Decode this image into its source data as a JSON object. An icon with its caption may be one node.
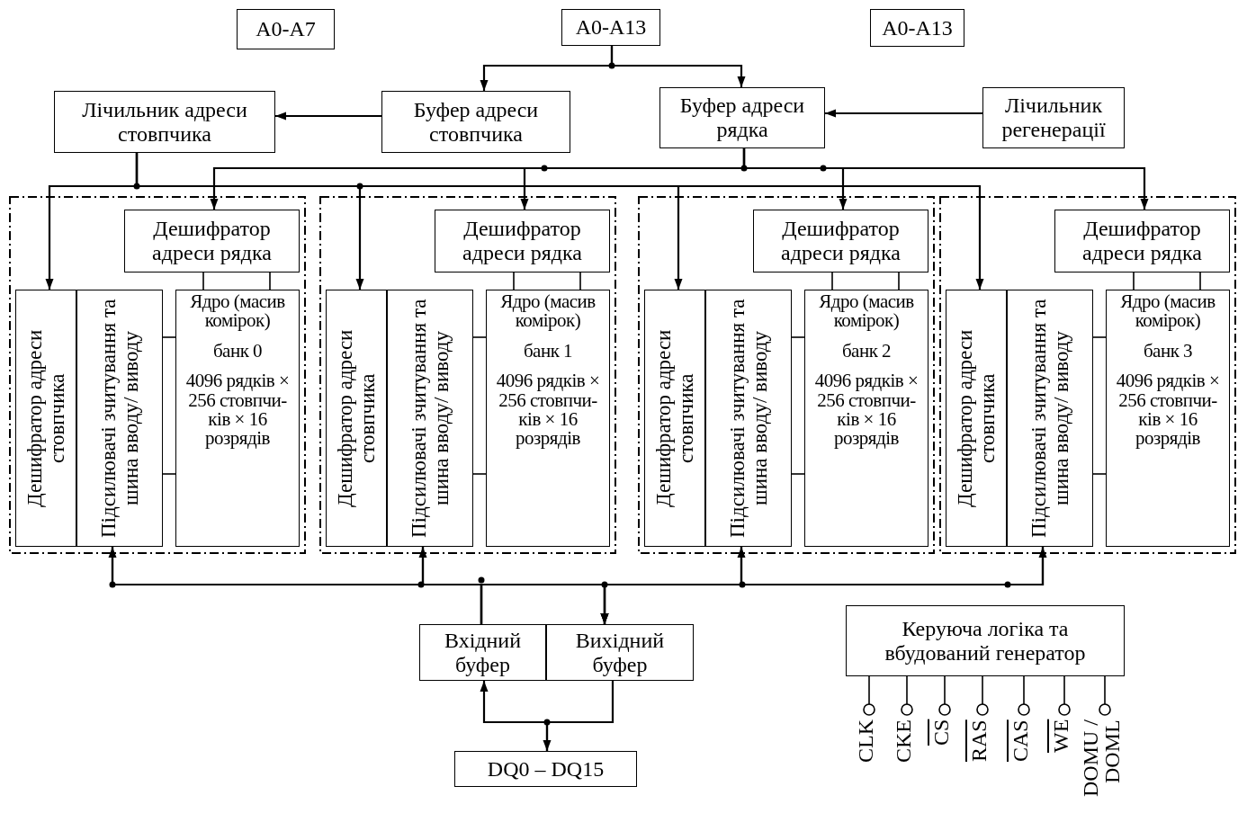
{
  "diagram": {
    "nodes": [
      {
        "text": [
          "A0-A7"
        ]
      },
      {
        "text": [
          "A0-A13"
        ]
      },
      {
        "text": [
          "A0-A13"
        ]
      },
      {
        "text": [
          "Лічильник адреси стовпчика"
        ]
      },
      {
        "text": [
          "Буфер адреси стовпчика"
        ]
      },
      {
        "text": [
          "Буфер адреси рядка"
        ]
      },
      {
        "text": [
          "Лічильник регенерації"
        ]
      },
      {
        "text": [],
        "shape": "box"
      },
      {
        "text": [
          "Дешифратор адреси рядка"
        ],
        "in": 7
      },
      {
        "text": [
          "Дешифратор адреси стовпчика"
        ],
        "in": 7
      },
      {
        "text": [
          "Підсилювачі зчитування та шина вводу/ виводу"
        ],
        "in": 7
      },
      {
        "text": [
          "Ядро (масив комірок)",
          "банк 0",
          "4096 рядків × 256 стовпчи- ків × 16 розрядів"
        ],
        "in": 7
      },
      {
        "text": [],
        "shape": "box"
      },
      {
        "text": [
          "Дешифратор адреси рядка"
        ],
        "in": 12
      },
      {
        "text": [
          "Дешифратор адреси стовпчика"
        ],
        "in": 12
      },
      {
        "text": [
          "Підсилювачі зчитування та шина вводу/ виводу"
        ],
        "in": 12
      },
      {
        "text": [
          "Ядро (масив комірок)",
          "банк 1",
          "4096 рядків × 256 стовпчи- ків × 16 розрядів"
        ],
        "in": 12
      },
      {
        "text": [],
        "shape": "box"
      },
      {
        "text": [
          "Дешифратор адреси рядка"
        ],
        "in": 17
      },
      {
        "text": [
          "Дешифратор адреси стовпчика"
        ],
        "in": 17
      },
      {
        "text": [
          "Підсилювачі зчитування та шина вводу/ виводу"
        ],
        "in": 17
      },
      {
        "text": [
          "Ядро (масив комірок)",
          "банк 2",
          "4096 рядків × 256 стовпчи- ків × 16 розрядів"
        ],
        "in": 17
      },
      {
        "text": [],
        "shape": "box"
      },
      {
        "text": [
          "Дешифратор адреси рядка"
        ],
        "in": 22
      },
      {
        "text": [
          "Дешифратор адреси стовпчика"
        ],
        "in": 22
      },
      {
        "text": [
          "Підсилювачі зчитування та шина вводу/ виводу"
        ],
        "in": 22
      },
      {
        "text": [
          "Ядро (масив комірок)",
          "банк 3",
          "4096 рядків × 256 стовпчи- ків × 16 розрядів"
        ],
        "in": 22
      },
      {
        "text": [
          "Вхідний буфер"
        ]
      },
      {
        "text": [
          "Вихідний буфер"
        ]
      },
      {
        "text": [
          "DQ0 – DQ15"
        ]
      },
      {
        "text": [
          "Керуюча логіка та вбудований генератор"
        ]
      }
    ],
    "edges": [
      {
        "from": 1,
        "to": 4,
        "arrow": "to"
      },
      {
        "from": 1,
        "to": 5,
        "arrow": "to"
      },
      {
        "from": 4,
        "to": 3,
        "arrow": "to"
      },
      {
        "from": 6,
        "to": 5,
        "arrow": "to"
      },
      {
        "from": 3,
        "to": 9,
        "arrow": "to"
      },
      {
        "from": 3,
        "to": 14,
        "arrow": "to"
      },
      {
        "from": 3,
        "to": 19,
        "arrow": "to"
      },
      {
        "from": 3,
        "to": 24,
        "arrow": "to"
      },
      {
        "from": 5,
        "to": 8,
        "arrow": "to"
      },
      {
        "from": 5,
        "to": 13,
        "arrow": "to"
      },
      {
        "from": 5,
        "to": 18,
        "arrow": "to"
      },
      {
        "from": 5,
        "to": 23,
        "arrow": "to"
      },
      {
        "from": 8,
        "to": 11,
        "arrow": "none"
      },
      {
        "from": 8,
        "to": 11,
        "arrow": "none"
      },
      {
        "from": 10,
        "to": 11,
        "arrow": "none"
      },
      {
        "from": 10,
        "to": 11,
        "arrow": "none"
      },
      {
        "from": 13,
        "to": 16,
        "arrow": "none"
      },
      {
        "from": 13,
        "to": 16,
        "arrow": "none"
      },
      {
        "from": 15,
        "to": 16,
        "arrow": "none"
      },
      {
        "from": 15,
        "to": 16,
        "arrow": "none"
      },
      {
        "from": 18,
        "to": 21,
        "arrow": "none"
      },
      {
        "from": 18,
        "to": 21,
        "arrow": "none"
      },
      {
        "from": 20,
        "to": 21,
        "arrow": "none"
      },
      {
        "from": 20,
        "to": 21,
        "arrow": "none"
      },
      {
        "from": 23,
        "to": 26,
        "arrow": "none"
      },
      {
        "from": 23,
        "to": 26,
        "arrow": "none"
      },
      {
        "from": 25,
        "to": 26,
        "arrow": "none"
      },
      {
        "from": 25,
        "to": 26,
        "arrow": "none"
      },
      {
        "from": 27,
        "to": 10,
        "arrow": "to"
      },
      {
        "from": 27,
        "to": 15,
        "arrow": "to"
      },
      {
        "from": 27,
        "to": 20,
        "arrow": "to"
      },
      {
        "from": 27,
        "to": 25,
        "arrow": "to"
      },
      {
        "from": 10,
        "to": 28,
        "arrow": "to"
      },
      {
        "from": 15,
        "to": 28,
        "arrow": "to"
      },
      {
        "from": 20,
        "to": 28,
        "arrow": "to"
      },
      {
        "from": 25,
        "to": 28,
        "arrow": "to"
      },
      {
        "from": 28,
        "to": 29,
        "arrow": "to"
      },
      {
        "from": 29,
        "to": 27,
        "arrow": "to"
      }
    ],
    "labels": [
      "CLK",
      "CKE",
      "CS",
      "RAS",
      "CAS",
      "WE",
      "DOMU / DOML"
    ]
  }
}
